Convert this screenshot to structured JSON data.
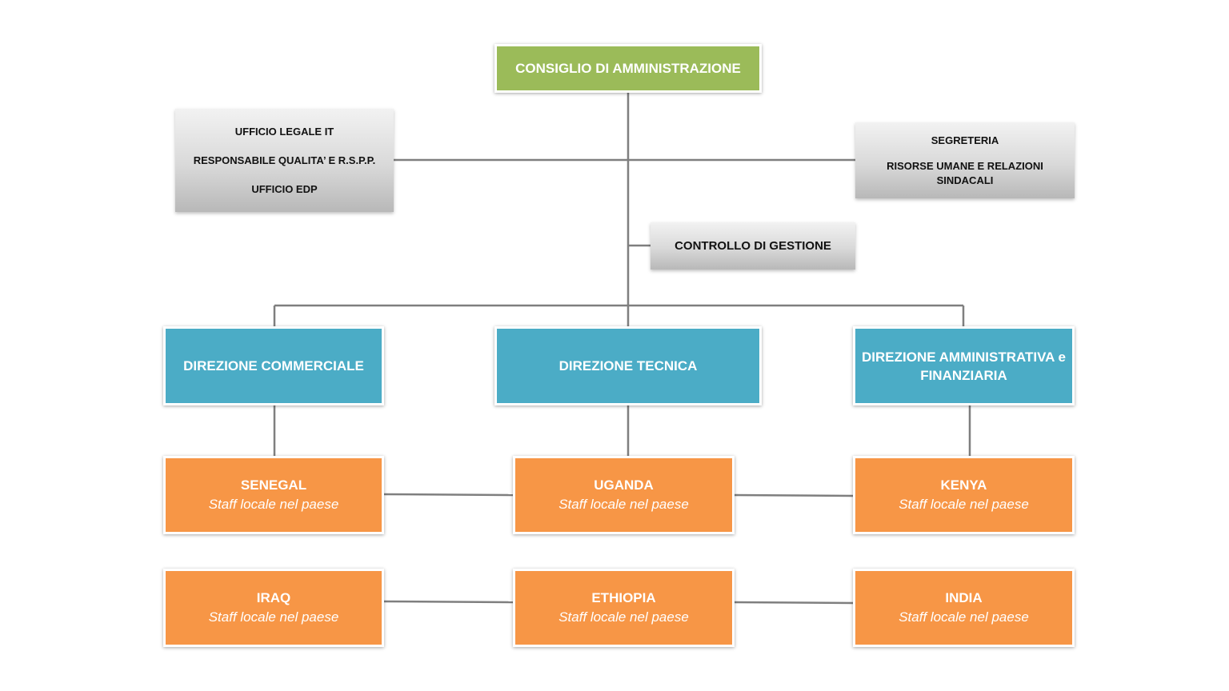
{
  "colors": {
    "board": "#9bbb59",
    "direction": "#4bacc6",
    "country": "#f79646",
    "staff": "#d9d9d9",
    "connector": "#7f7f7f"
  },
  "board": {
    "label": "CONSIGLIO DI AMMINISTRAZIONE"
  },
  "staff_left": {
    "lines": [
      "UFFICIO LEGALE IT",
      "RESPONSABILE QUALITA’ E R.S.P.P.",
      "UFFICIO EDP"
    ]
  },
  "staff_right": {
    "lines": [
      "SEGRETERIA",
      "RISORSE UMANE E RELAZIONI SINDACALI"
    ]
  },
  "control": {
    "label": "CONTROLLO DI GESTIONE"
  },
  "directions": [
    {
      "label": "DIREZIONE COMMERCIALE"
    },
    {
      "label": "DIREZIONE TECNICA"
    },
    {
      "label": "DIREZIONE AMMINISTRATIVA  e FINANZIARIA"
    }
  ],
  "countries": [
    {
      "name": "SENEGAL",
      "subtitle": "Staff locale nel paese"
    },
    {
      "name": "UGANDA",
      "subtitle": "Staff locale nel paese"
    },
    {
      "name": "KENYA",
      "subtitle": "Staff locale nel paese"
    },
    {
      "name": "IRAQ",
      "subtitle": "Staff locale nel paese"
    },
    {
      "name": "ETHIOPIA",
      "subtitle": "Staff locale nel paese"
    },
    {
      "name": "INDIA",
      "subtitle": "Staff locale nel paese"
    }
  ]
}
